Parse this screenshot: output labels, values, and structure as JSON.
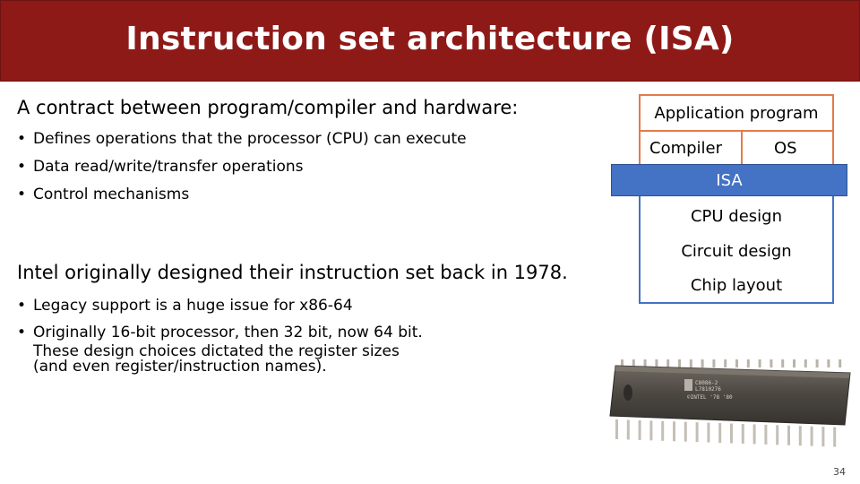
{
  "slide": {
    "title": "Instruction set architecture (ISA)",
    "intro": "A contract between program/compiler and hardware:",
    "bullets_1": [
      "Defines operations that the processor (CPU) can execute",
      "Data read/write/transfer operations",
      "Control mechanisms"
    ],
    "intel_text": "Intel originally designed their instruction set back in 1978.",
    "bullets_2": [
      "Legacy support is a huge issue for x86-64",
      "Originally 16-bit processor, then 32 bit, now 64 bit."
    ],
    "bullets_2_cont": [
      "These design choices dictated the register sizes",
      "(and even register/instruction names)."
    ],
    "page_number": "34"
  },
  "stack": {
    "application": "Application program",
    "compiler": "Compiler",
    "os": "OS",
    "isa": "ISA",
    "cpu_design": "CPU design",
    "circuit_design": "Circuit design",
    "chip_layout": "Chip layout"
  },
  "chip": {
    "marking_1": "C8086-2",
    "marking_2": "L7810276",
    "marking_3": "©INTEL '78 '80"
  },
  "colors": {
    "title_bar": "#8e1a18",
    "stack_upper_border": "#e27b4a",
    "isa_fill": "#4472c4"
  }
}
